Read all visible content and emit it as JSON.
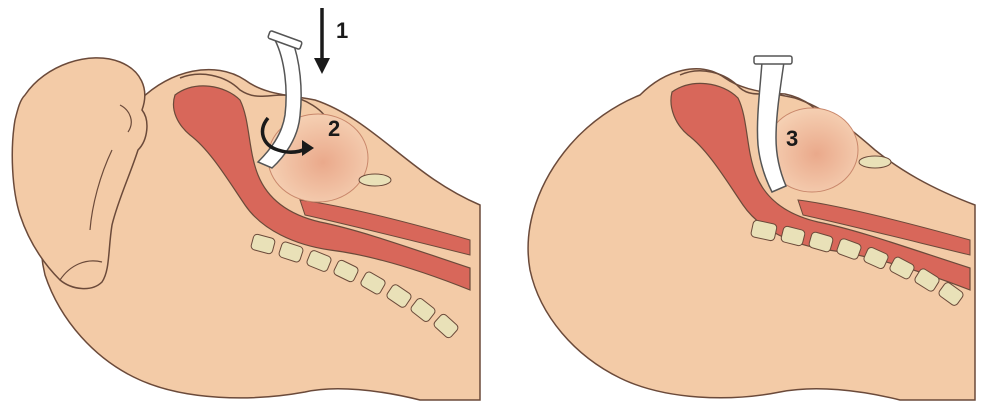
{
  "steps": [
    {
      "number": "1"
    },
    {
      "number": "2"
    },
    {
      "number": "3"
    }
  ],
  "icons": [
    "hand",
    "airway-tube",
    "insert-arrow",
    "rotate-arrow",
    "vertebra"
  ],
  "colors": {
    "skin": "#f3cba7",
    "outline": "#6b4a3a",
    "airway": "#d8675a",
    "tongue": "#f0b99a",
    "vertebra": "#e9e1b8",
    "tube": "#ffffff",
    "arrow": "#1a1a1a"
  }
}
